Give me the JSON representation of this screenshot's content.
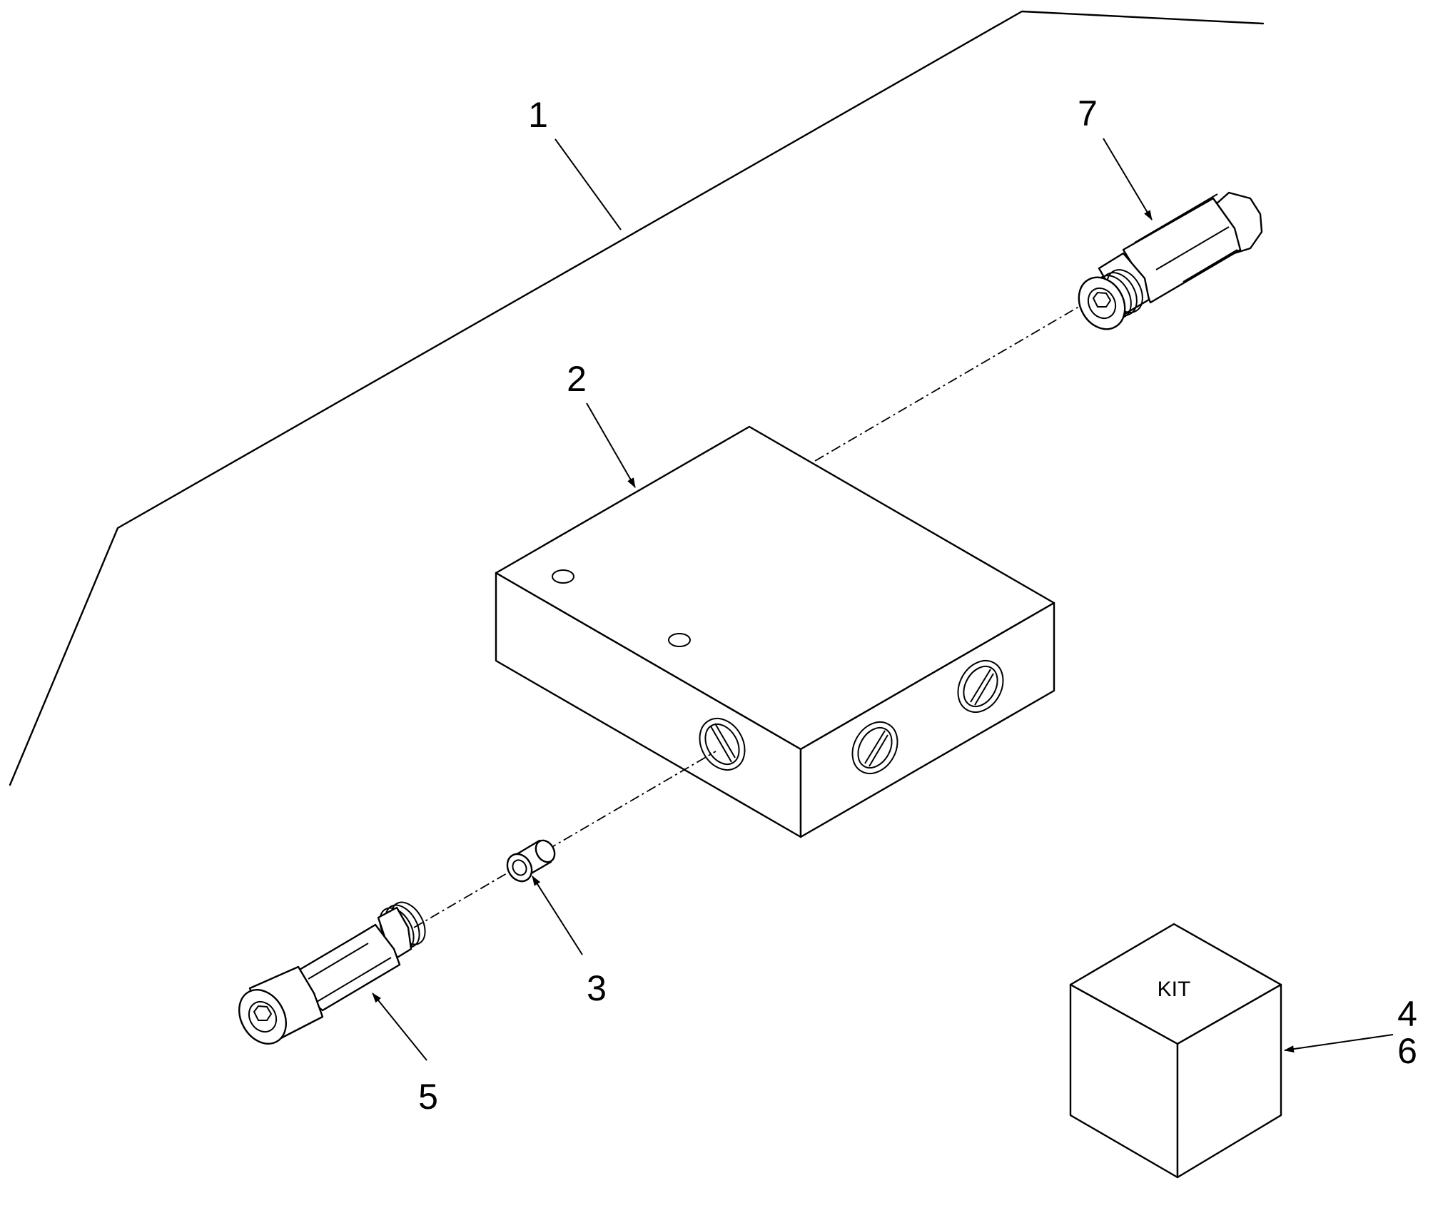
{
  "callouts": {
    "c1": "1",
    "c2": "2",
    "c3": "3",
    "c4": "4",
    "c5": "5",
    "c6": "6",
    "c7": "7"
  },
  "kit_label": "KIT",
  "colors": {
    "line": "#000000",
    "background": "#ffffff"
  }
}
